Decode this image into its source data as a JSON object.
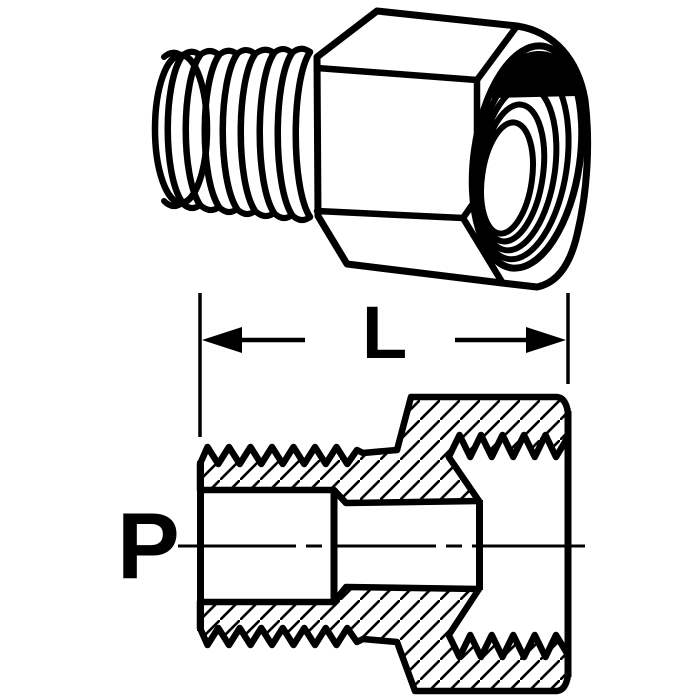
{
  "drawing": {
    "description": "Technical drawing of a threaded hex adapter fitting: pictorial view above, cross-section below",
    "ink_color": "#000000",
    "paper_color": "#ffffff",
    "dimension_label": "L",
    "port_label": "P"
  }
}
